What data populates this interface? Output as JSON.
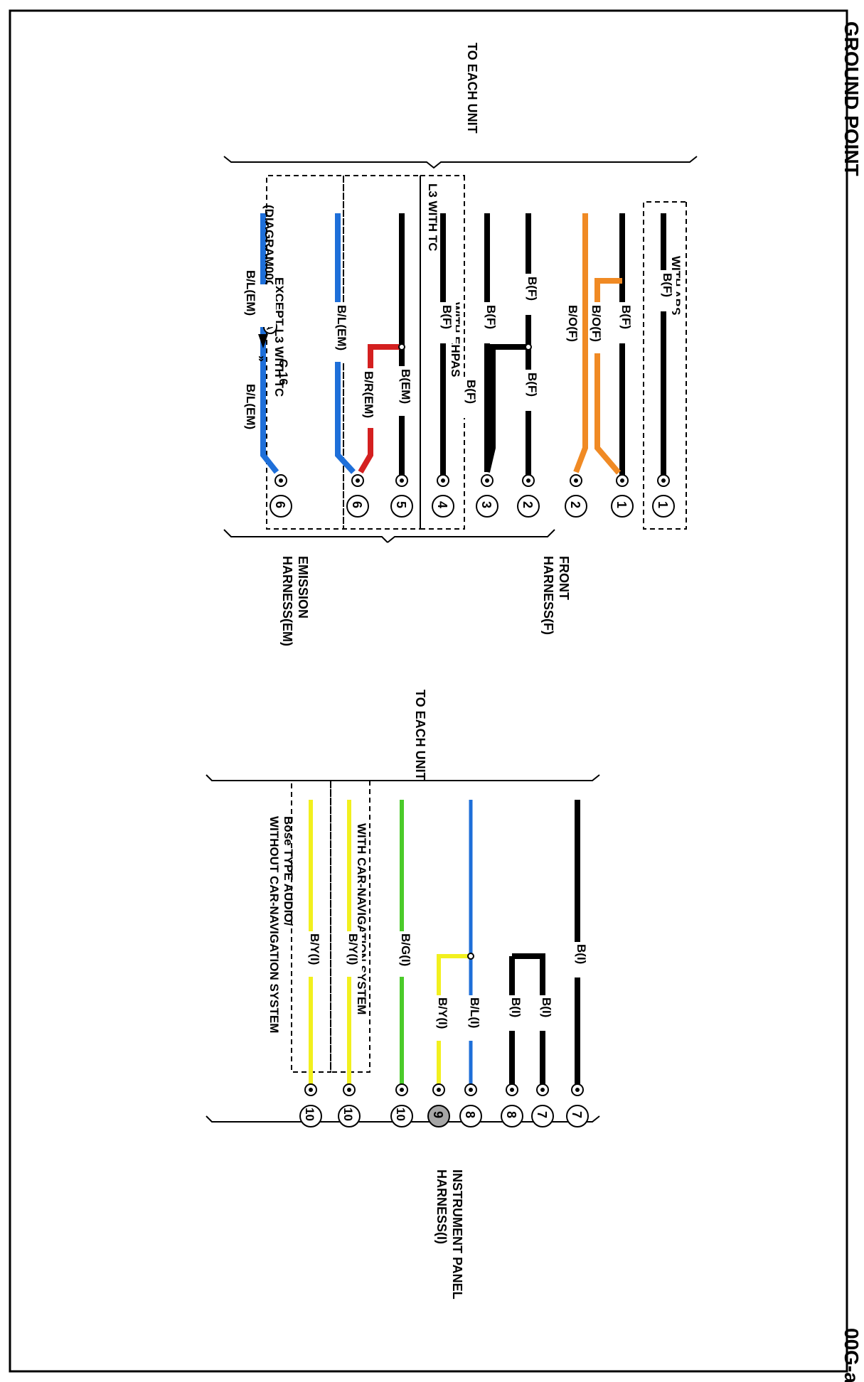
{
  "page": {
    "title": "GROUND POINT",
    "code": "00G-a"
  },
  "colors": {
    "black": "#000000",
    "orange": "#f08a24",
    "red": "#d42020",
    "blue": "#1e6fd9",
    "green": "#4bcb2a",
    "yellow": "#f2f01e",
    "grey_fill": "#a6a6a6"
  },
  "upper": {
    "to_each_unit": "TO EACH UNIT",
    "with_abs": "WITH ABS",
    "with_ehpas": "WITH EHPAS",
    "l3_with_tc": "L3 WITH TC",
    "except_l3_with_tc": "EXCEPT L3 WITH TC",
    "front_harness": [
      "FRONT",
      "HARNESS(F)"
    ],
    "emission_harness": [
      "EMISSION",
      "HARNESS(EM)"
    ],
    "connector_id": "C-16",
    "connector_ref": "(DIAGRAM00G-b)",
    "connector_marker": "A",
    "wires": {
      "abs": "B(F)",
      "w1_black": "B(F)",
      "w1_orange": "B/O(F)",
      "w2_orange": "B/O(F)",
      "w2_black_top": "B(F)",
      "w2_black_bottom": "B(F)",
      "w3_branch": "B(F)",
      "w3_main": "B(F)",
      "w4": "B(F)",
      "w5": "B(EM)",
      "w6_red": "B/R(EM)",
      "w6_blue": "B/L(EM)",
      "w6b_left": "B/L(EM)",
      "w6b_right": "B/L(EM)"
    },
    "terminals": [
      "1",
      "1",
      "2",
      "2",
      "3",
      "4",
      "5",
      "6",
      "6"
    ]
  },
  "lower": {
    "to_each_unit": "TO EACH UNIT",
    "instrument_panel_harness": [
      "INSTRUMENT PANEL",
      "HARNESS(I)"
    ],
    "with_car_nav": "WITH CAR-NAVIGATION SYSTEM",
    "bose_audio": [
      "Bose TYPE AUDIO/",
      "WITHOUT CAR-NAVIGATION SYSTEM"
    ],
    "wires": {
      "w7_main": "B(I)",
      "w7_branch": "B(I)",
      "w8_black": "B(I)",
      "w8_blue": "B/L(I)",
      "w9_yellow": "B/Y(I)",
      "w10_green": "B/G(I)",
      "w10_nav": "B/Y(I)",
      "w10_bose": "B/Y(I)"
    },
    "terminals": [
      "7",
      "7",
      "8",
      "8",
      "9",
      "10",
      "10",
      "10"
    ]
  }
}
